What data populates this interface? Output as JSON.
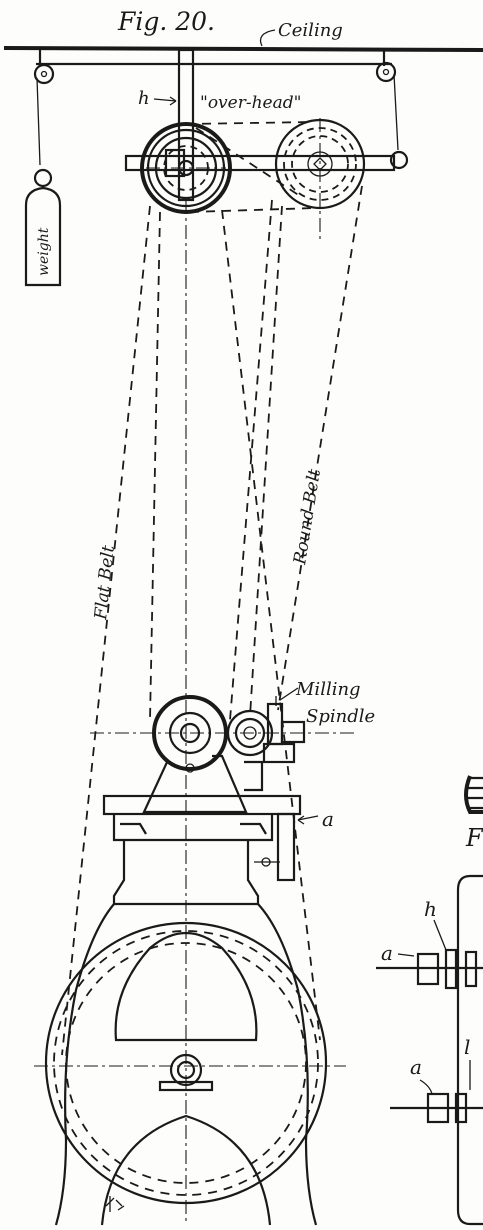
{
  "figure": {
    "title": "Fig. 20.",
    "labels": {
      "ceiling": "Ceiling",
      "overhead": "\"over-head\"",
      "h_top": "h",
      "weight": "weight",
      "flat_belt": "Flat Belt",
      "round_belt": "Round Belt",
      "milling": "Milling",
      "spindle": "Spindle",
      "a_main": "a",
      "partial_f": "F",
      "h_right": "h",
      "a_right1": "a",
      "a_right2": "a",
      "l_right": "l"
    }
  }
}
